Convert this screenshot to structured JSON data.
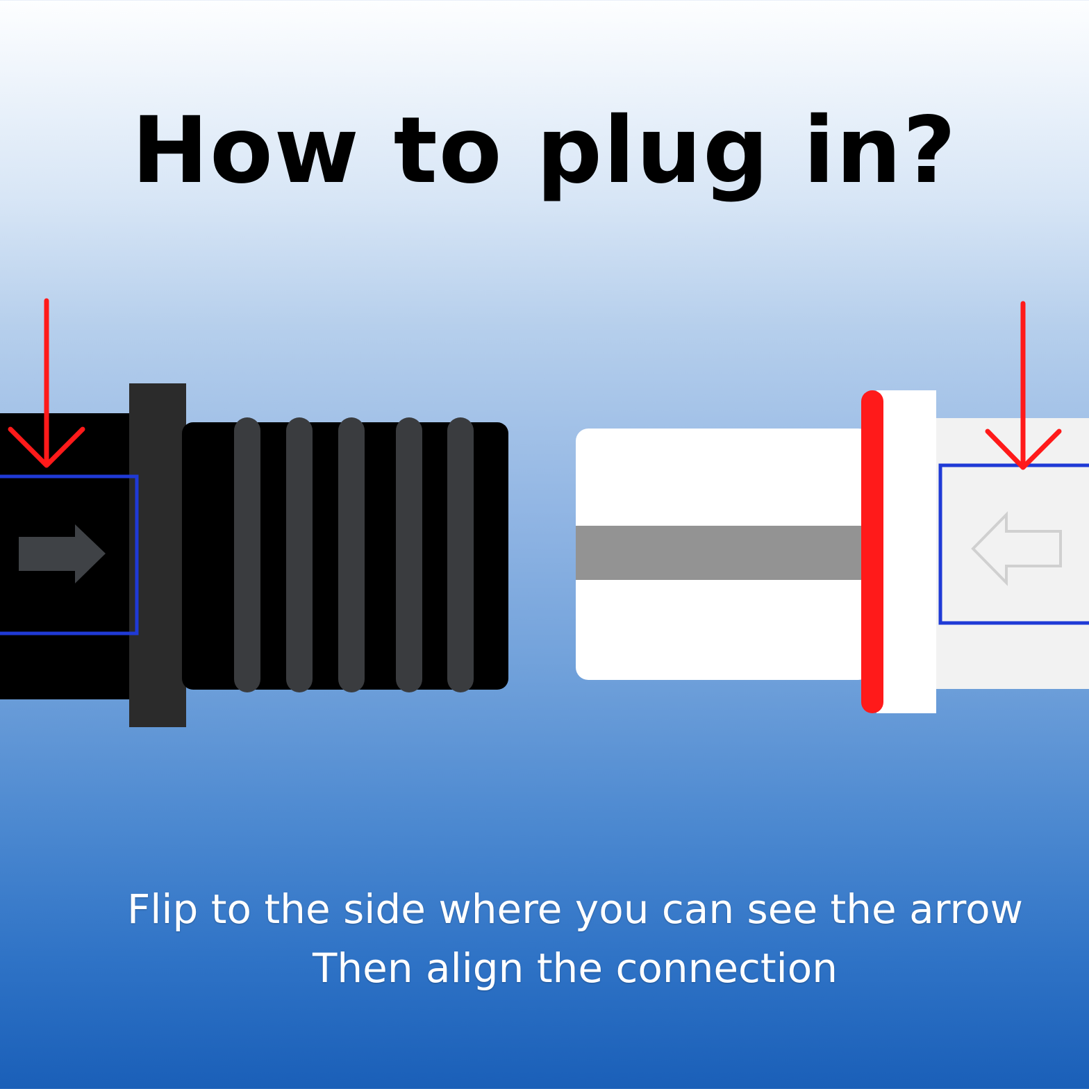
{
  "title": "How to plug in?",
  "caption": {
    "line1": "Flip to the side where you can see the arrow",
    "line2": "Then align the connection"
  },
  "colors": {
    "indicator_arrow": "#ff1a1a",
    "highlight_box": "#1f3ad6",
    "male_plug_body": "#000000",
    "male_plug_collar": "#2b2b2b",
    "male_plug_ribs": "#3a3c3f",
    "female_plug_body": "#ffffff",
    "female_plug_stripe": "#939393",
    "female_plug_ring": "#ff1a1a",
    "female_plug_back": "#f2f2f2"
  },
  "icons": {
    "male_direction": "arrow-right-icon",
    "female_direction": "arrow-left-outline-icon",
    "pointer": "arrow-down-icon"
  }
}
